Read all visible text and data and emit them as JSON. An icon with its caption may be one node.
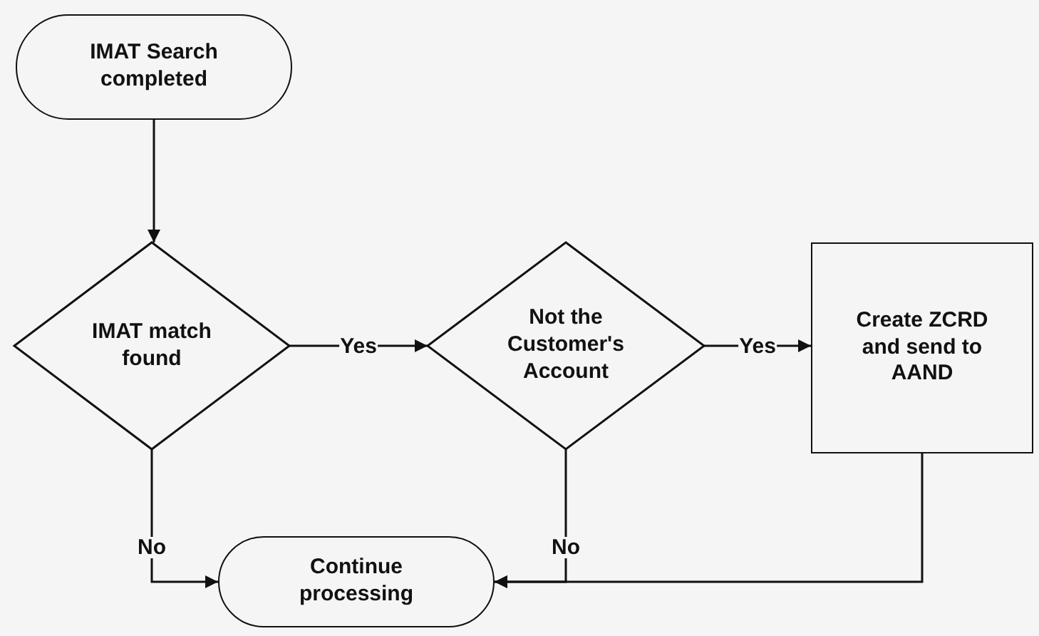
{
  "diagram": {
    "nodes": [
      {
        "text": [
          "IMAT Search completed"
        ]
      },
      {
        "text": [
          "IMAT match found"
        ]
      },
      {
        "text": [
          "Not the Customer's Account"
        ]
      },
      {
        "text": [
          "Create ZCRD and send to AAND"
        ]
      },
      {
        "text": [
          "Continue processing"
        ]
      }
    ],
    "edges": [
      {
        "from": 0,
        "to": 1,
        "arrow": "to"
      },
      {
        "from": 1,
        "to": 2,
        "arrow": "to",
        "label": "Yes"
      },
      {
        "from": 2,
        "to": 3,
        "arrow": "to",
        "label": "Yes"
      },
      {
        "from": 1,
        "to": 4,
        "arrow": "to",
        "label": "No"
      },
      {
        "from": 2,
        "to": 4,
        "arrow": "to",
        "label": "No"
      },
      {
        "from": 3,
        "to": 4,
        "arrow": "to"
      }
    ]
  }
}
